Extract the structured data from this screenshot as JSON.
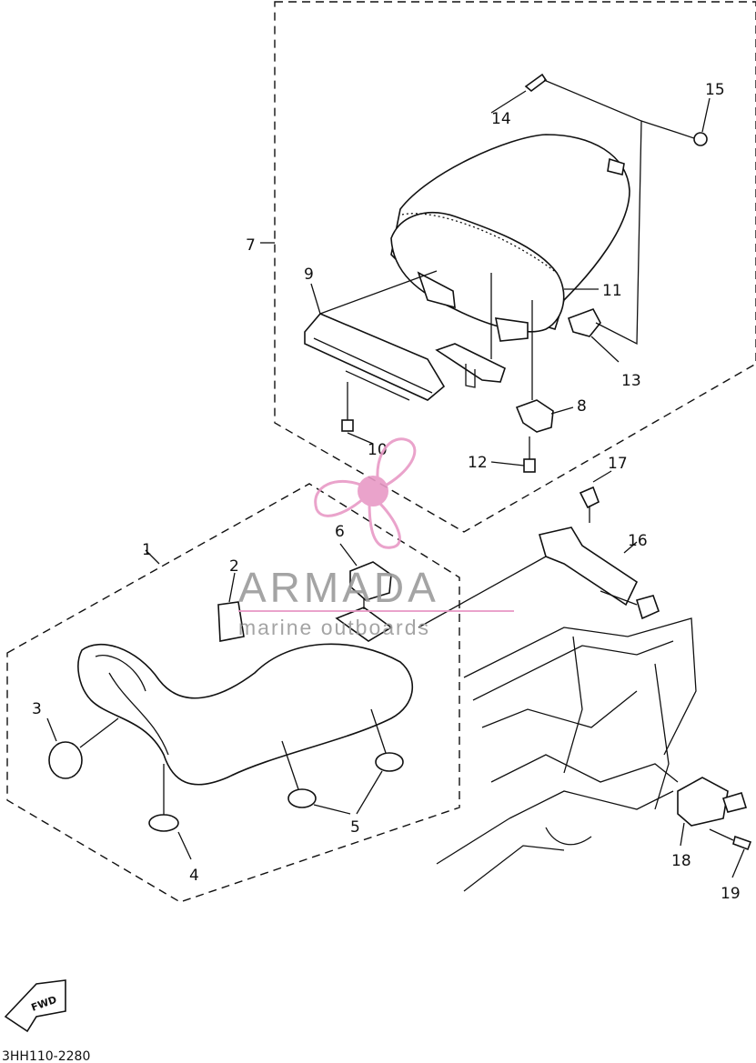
{
  "diagram": {
    "part_code": "3HH110-2280",
    "fwd_label": "FWD",
    "callouts": [
      {
        "id": "c1",
        "text": "1"
      },
      {
        "id": "c2",
        "text": "2"
      },
      {
        "id": "c3",
        "text": "3"
      },
      {
        "id": "c4",
        "text": "4"
      },
      {
        "id": "c5",
        "text": "5"
      },
      {
        "id": "c6",
        "text": "6"
      },
      {
        "id": "c7",
        "text": "7"
      },
      {
        "id": "c8",
        "text": "8"
      },
      {
        "id": "c9",
        "text": "9"
      },
      {
        "id": "c10",
        "text": "10"
      },
      {
        "id": "c11",
        "text": "11"
      },
      {
        "id": "c12",
        "text": "12"
      },
      {
        "id": "c13",
        "text": "13"
      },
      {
        "id": "c14",
        "text": "14"
      },
      {
        "id": "c15",
        "text": "15"
      },
      {
        "id": "c16",
        "text": "16"
      },
      {
        "id": "c17",
        "text": "17"
      },
      {
        "id": "c18",
        "text": "18"
      },
      {
        "id": "c19",
        "text": "19"
      }
    ]
  },
  "watermark": {
    "title": "ARMADA",
    "subtitle": "marine outboards",
    "logo_color": "#e89ac6",
    "text_color": "#9b9b9b"
  }
}
